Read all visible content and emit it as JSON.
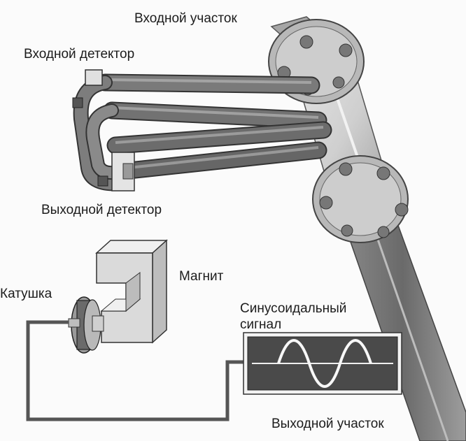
{
  "labels": {
    "inlet_section": "Входной участок",
    "input_detector": "Входной детектор",
    "output_detector": "Выходной детектор",
    "magnet": "Магнит",
    "coil": "Катушка",
    "sine_signal_line1": "Синусоидальный",
    "sine_signal_line2": "сигнал",
    "outlet_section": "Выходной участок"
  },
  "colors": {
    "tube_dark": "#6d6d6d",
    "pipe_light": "#c9c9c9",
    "flange": "#b4b4b4",
    "magnet": "#d9d9d9",
    "monitor_screen": "#4a4a4a",
    "wire": "#555555",
    "text": "#1c1c1c"
  }
}
